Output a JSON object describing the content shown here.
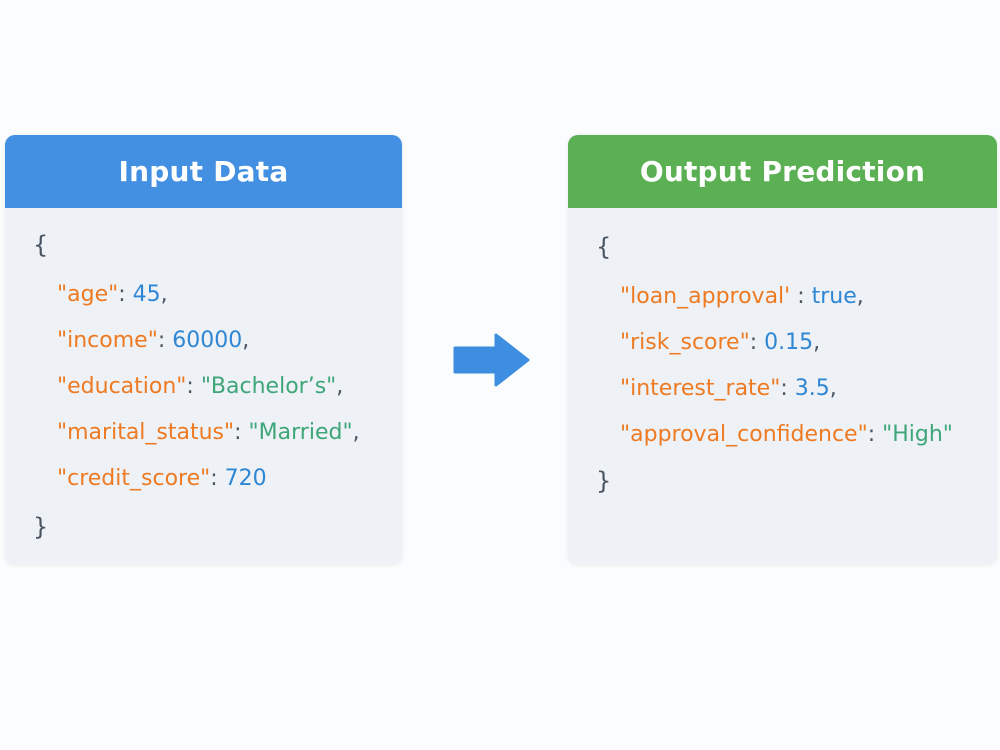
{
  "input_panel": {
    "title": "Input Data",
    "open_brace": "{",
    "close_brace": "}",
    "fields": [
      {
        "key": "\"age\"",
        "sep": ": ",
        "value": "45",
        "trail": ",",
        "type": "num"
      },
      {
        "key": "\"income\"",
        "sep": ": ",
        "value": "60000",
        "trail": ",",
        "type": "num"
      },
      {
        "key": "\"education\"",
        "sep": ": ",
        "value": "\"Bachelor’s\"",
        "trail": ",",
        "type": "str"
      },
      {
        "key": "\"marital_status\"",
        "sep": ": ",
        "value": "\"Married\"",
        "trail": ",",
        "type": "str"
      },
      {
        "key": "\"credit_score\"",
        "sep": ": ",
        "value": "720",
        "trail": "",
        "type": "num"
      }
    ]
  },
  "output_panel": {
    "title": "Output Prediction",
    "open_brace": "{",
    "close_brace": "}",
    "fields": [
      {
        "key": "\"loan_approval'",
        "sep": " : ",
        "value": "true",
        "trail": ",",
        "type": "bool"
      },
      {
        "key": "\"risk_score\"",
        "sep": ":  ",
        "value": "0.15",
        "trail": ",",
        "type": "num"
      },
      {
        "key": "\"interest_rate\"",
        "sep": ":  ",
        "value": "3.5",
        "trail": ",",
        "type": "num"
      },
      {
        "key": "\"approval_confidence\"",
        "sep": ": ",
        "value": "\"High\"",
        "trail": "",
        "type": "str"
      }
    ]
  },
  "colors": {
    "input_header": "#4390e2",
    "output_header": "#5bb054",
    "key": "#ee7a22",
    "number": "#2f86d3",
    "string": "#3ea679",
    "punctuation": "#4a5563",
    "arrow": "#3d8ee0"
  },
  "arrow_icon": "right-arrow-icon"
}
